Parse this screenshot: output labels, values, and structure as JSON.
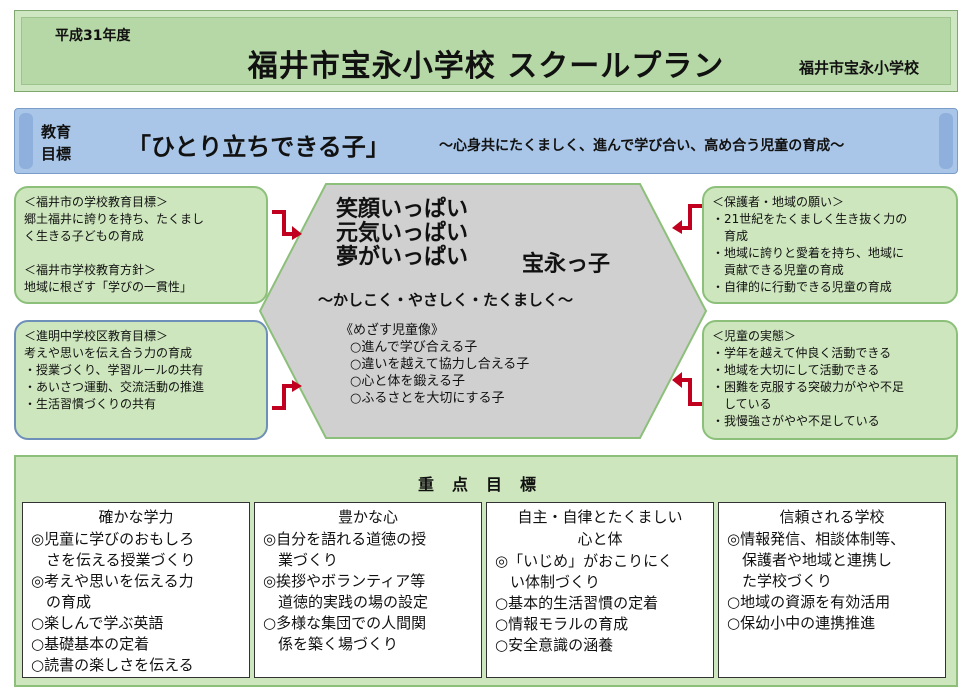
{
  "header": {
    "fiscal_year": "平成31年度",
    "title": "福井市宝永小学校 スクールプラン",
    "org": "福井市宝永小学校"
  },
  "goal": {
    "label_line1": "教育",
    "label_line2": "目標",
    "main": "「ひとり立ちできる子」",
    "sub": "～心身共にたくましく、進んで学び合い、高め合う児童の育成～"
  },
  "box_top_left": {
    "lines": [
      "＜福井市の学校教育目標＞",
      "郷土福井に誇りを持ち、たくまし",
      "く生きる子どもの育成",
      "",
      "＜福井市学校教育方針＞",
      "地域に根ざす「学びの一貫性」"
    ]
  },
  "box_bottom_left": {
    "lines": [
      "＜進明中学校区教育目標＞",
      "考えや思いを伝え合う力の育成",
      "・授業づくり、学習ルールの共有",
      "・あいさつ運動、交流活動の推進",
      "・生活習慣づくりの共有"
    ]
  },
  "box_top_right": {
    "lines": [
      "＜保護者・地域の願い＞",
      "・21世紀をたくましく生き抜く力の",
      "　育成",
      "・地域に誇りと愛着を持ち、地域に",
      "　貢献できる児童の育成",
      "・自律的に行動できる児童の育成"
    ]
  },
  "box_bottom_right": {
    "lines": [
      "＜児童の実態＞",
      "・学年を越えて仲良く活動できる",
      "・地域を大切にして活動できる",
      "・困難を克服する突破力がやや不足",
      "　している",
      "・我慢強さがやや不足している"
    ]
  },
  "center": {
    "slogan": [
      "笑顔いっぱい",
      "元気いっぱい",
      "夢がいっぱい"
    ],
    "kids": "宝永っ子",
    "motto": "～かしこく・やさしく・たくましく～",
    "ideal_title": "《めざす児童像》",
    "ideal_items": [
      "○進んで学び合える子",
      "○違いを越えて協力し合える子",
      "○心と体を鍛える子",
      "○ふるさとを大切にする子"
    ]
  },
  "priority": {
    "title": "重点目標",
    "columns": [
      {
        "heading": "確かな学力",
        "items": [
          "◎児童に学びのおもしろ",
          "　さを伝える授業づくり",
          "◎考えや思いを伝える力",
          "　の育成",
          "○楽しんで学ぶ英語",
          "○基礎基本の定着",
          "○読書の楽しさを伝える"
        ]
      },
      {
        "heading": "豊かな心",
        "items": [
          "◎自分を語れる道徳の授",
          "　業づくり",
          "◎挨拶やボランティア等",
          "　道徳的実践の場の設定",
          "○多様な集団での人間関",
          "　係を築く場づくり"
        ]
      },
      {
        "heading": "自主・自律とたくましい",
        "heading2": "心と体",
        "items": [
          "◎「いじめ」がおこりにく",
          "　い体制づくり",
          "○基本的生活習慣の定着",
          "○情報モラルの育成",
          "○安全意識の涵養"
        ]
      },
      {
        "heading": "信頼される学校",
        "items": [
          "◎情報発信、相談体制等、",
          "　保護者や地域と連携し",
          "　た学校づくり",
          "○地域の資源を有効活用",
          "○保幼小中の連携推進"
        ]
      }
    ]
  },
  "colors": {
    "header_bg": "#b6d8a6",
    "goal_bg": "#a9c6e8",
    "box_bg": "#cde6bd",
    "hex_bg": "#d0d0d0",
    "arrow": "#c0001e"
  }
}
